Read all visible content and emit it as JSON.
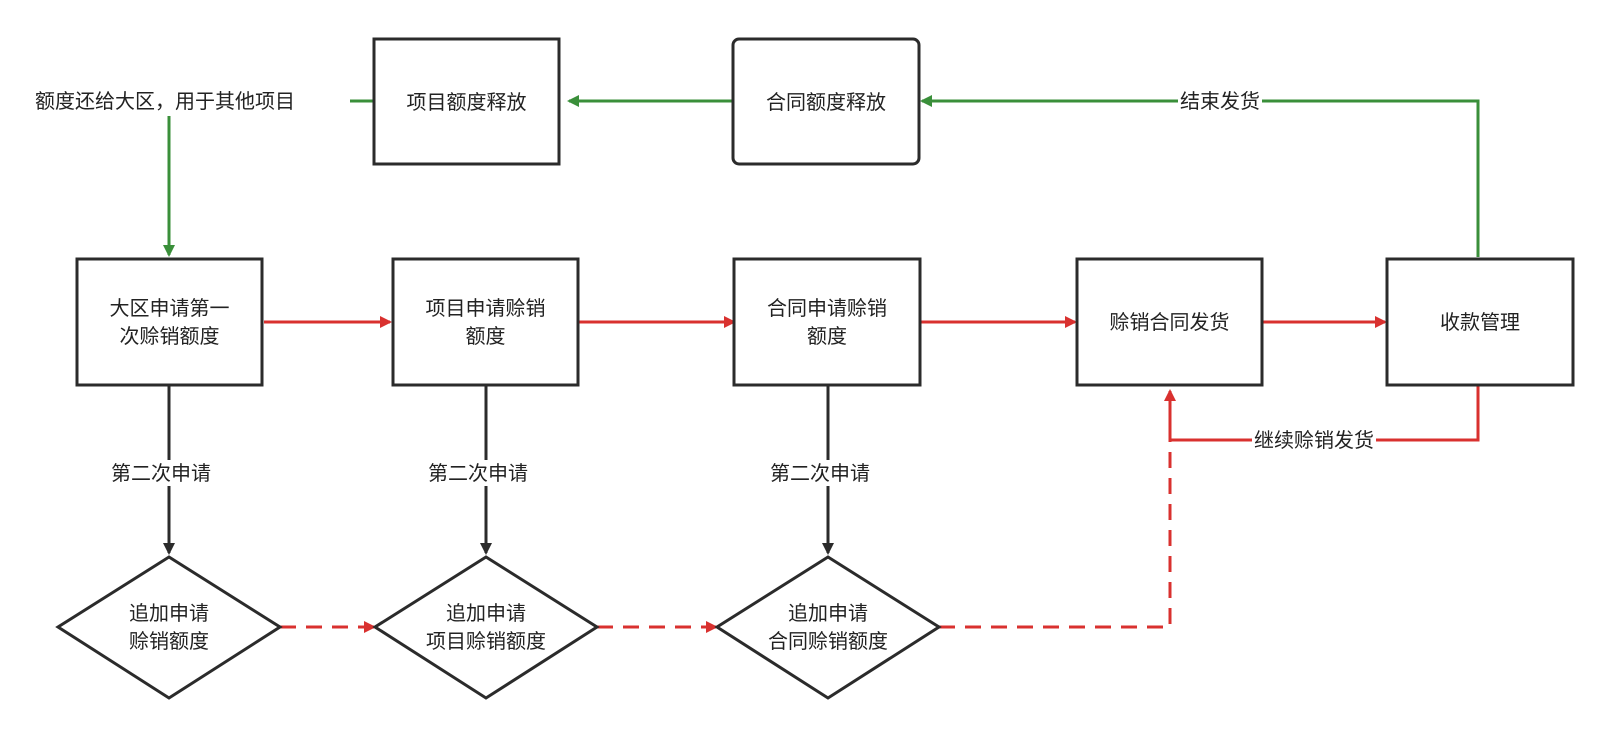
{
  "nodes": {
    "project_quota_release": "项目额度释放",
    "contract_quota_release": "合同额度释放",
    "region_first_apply": "大区申请第一\n次赊销额度",
    "project_apply": "项目申请赊销\n额度",
    "contract_apply": "合同申请赊销\n额度",
    "credit_contract_ship": "赊销合同发货",
    "payment_mgmt": "收款管理",
    "add_apply_1": "追加申请\n赊销额度",
    "add_apply_2": "追加申请\n项目赊销额度",
    "add_apply_3": "追加申请\n合同赊销额度"
  },
  "edge_labels": {
    "return_to_region": "额度还给大区，用于其他项目",
    "end_shipping": "结束发货",
    "second_apply_1": "第二次申请",
    "second_apply_2": "第二次申请",
    "second_apply_3": "第二次申请",
    "continue_shipping": "继续赊销发货"
  },
  "colors": {
    "green": "#3a8f3a",
    "red": "#d9312f",
    "dark": "#2b2b2b"
  }
}
